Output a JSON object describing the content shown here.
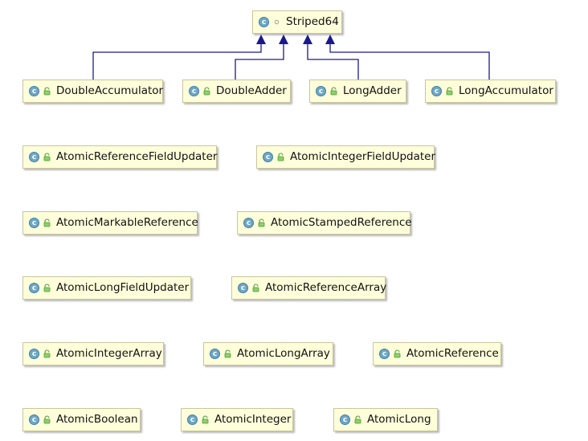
{
  "class_icon_letter": "c",
  "colors": {
    "node_fill": "#fffedb",
    "node_border": "#c9c69a",
    "edge": "#1a1a8e",
    "class_icon": "#6ea7c8"
  },
  "parent": {
    "label": "Striped64",
    "visibility": "package-private"
  },
  "subclasses": [
    {
      "label": "DoubleAccumulator"
    },
    {
      "label": "DoubleAdder"
    },
    {
      "label": "LongAdder"
    },
    {
      "label": "LongAccumulator"
    }
  ],
  "standalone": [
    {
      "label": "AtomicReferenceFieldUpdater"
    },
    {
      "label": "AtomicIntegerFieldUpdater"
    },
    {
      "label": "AtomicMarkableReference"
    },
    {
      "label": "AtomicStampedReference"
    },
    {
      "label": "AtomicLongFieldUpdater"
    },
    {
      "label": "AtomicReferenceArray"
    },
    {
      "label": "AtomicIntegerArray"
    },
    {
      "label": "AtomicLongArray"
    },
    {
      "label": "AtomicReference"
    },
    {
      "label": "AtomicBoolean"
    },
    {
      "label": "AtomicInteger"
    },
    {
      "label": "AtomicLong"
    }
  ]
}
